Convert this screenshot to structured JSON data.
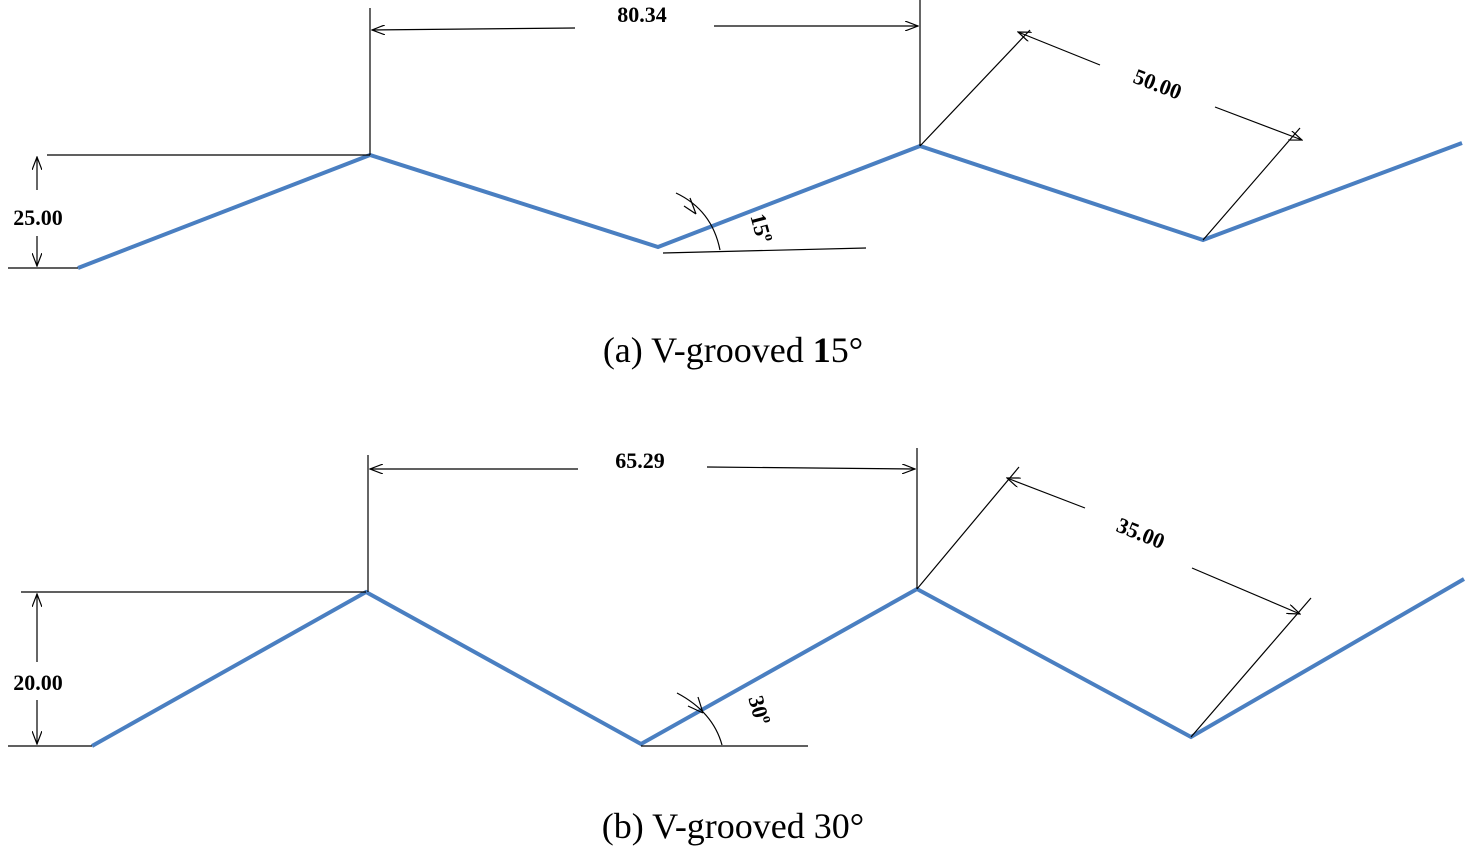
{
  "diagrams": [
    {
      "id": "a",
      "width_dim": "80.34",
      "height_dim": "25.00",
      "slant_dim": "50.00",
      "angle": "15",
      "angle_unit": "o",
      "caption_prefix": "(a) V-grooved ",
      "caption_bold": "1",
      "caption_suffix": "5°"
    },
    {
      "id": "b",
      "width_dim": "65.29",
      "height_dim": "20.00",
      "slant_dim": "35.00",
      "angle": "30",
      "angle_unit": "o",
      "caption_prefix": "(b) V-grooved ",
      "caption_bold": "",
      "caption_suffix": "30°"
    }
  ],
  "colors": {
    "profile": "#4a7fc1",
    "dimension": "#000000"
  }
}
